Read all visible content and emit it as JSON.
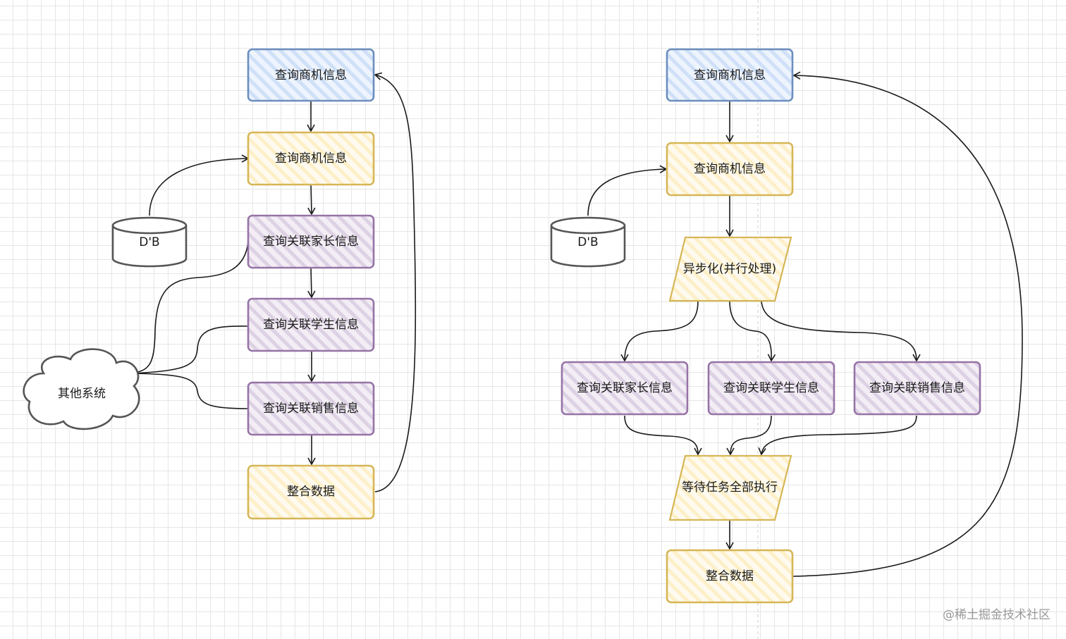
{
  "left": {
    "box1": "查询商机信息",
    "box2": "查询商机信息",
    "box3": "查询关联家长信息",
    "box4": "查询关联学生信息",
    "box5": "查询关联销售信息",
    "box6": "整合数据",
    "db": "D'B",
    "cloud": "其他系统"
  },
  "right": {
    "box1": "查询商机信息",
    "box2": "查询商机信息",
    "db": "D'B",
    "async": "异步化(并行处理)",
    "parallel1": "查询关联家长信息",
    "parallel2": "查询关联学生信息",
    "parallel3": "查询关联销售信息",
    "wait": "等待任务全部执行",
    "merge": "整合数据"
  },
  "watermark": "@稀土掘金技术社区",
  "colors": {
    "blue_stroke": "#6c8ebf",
    "blue_fill": "#dae8fc",
    "yellow_stroke": "#d6b656",
    "yellow_fill": "#fff2cc",
    "purple_stroke": "#9673a6",
    "purple_fill": "#e1d5e7"
  }
}
